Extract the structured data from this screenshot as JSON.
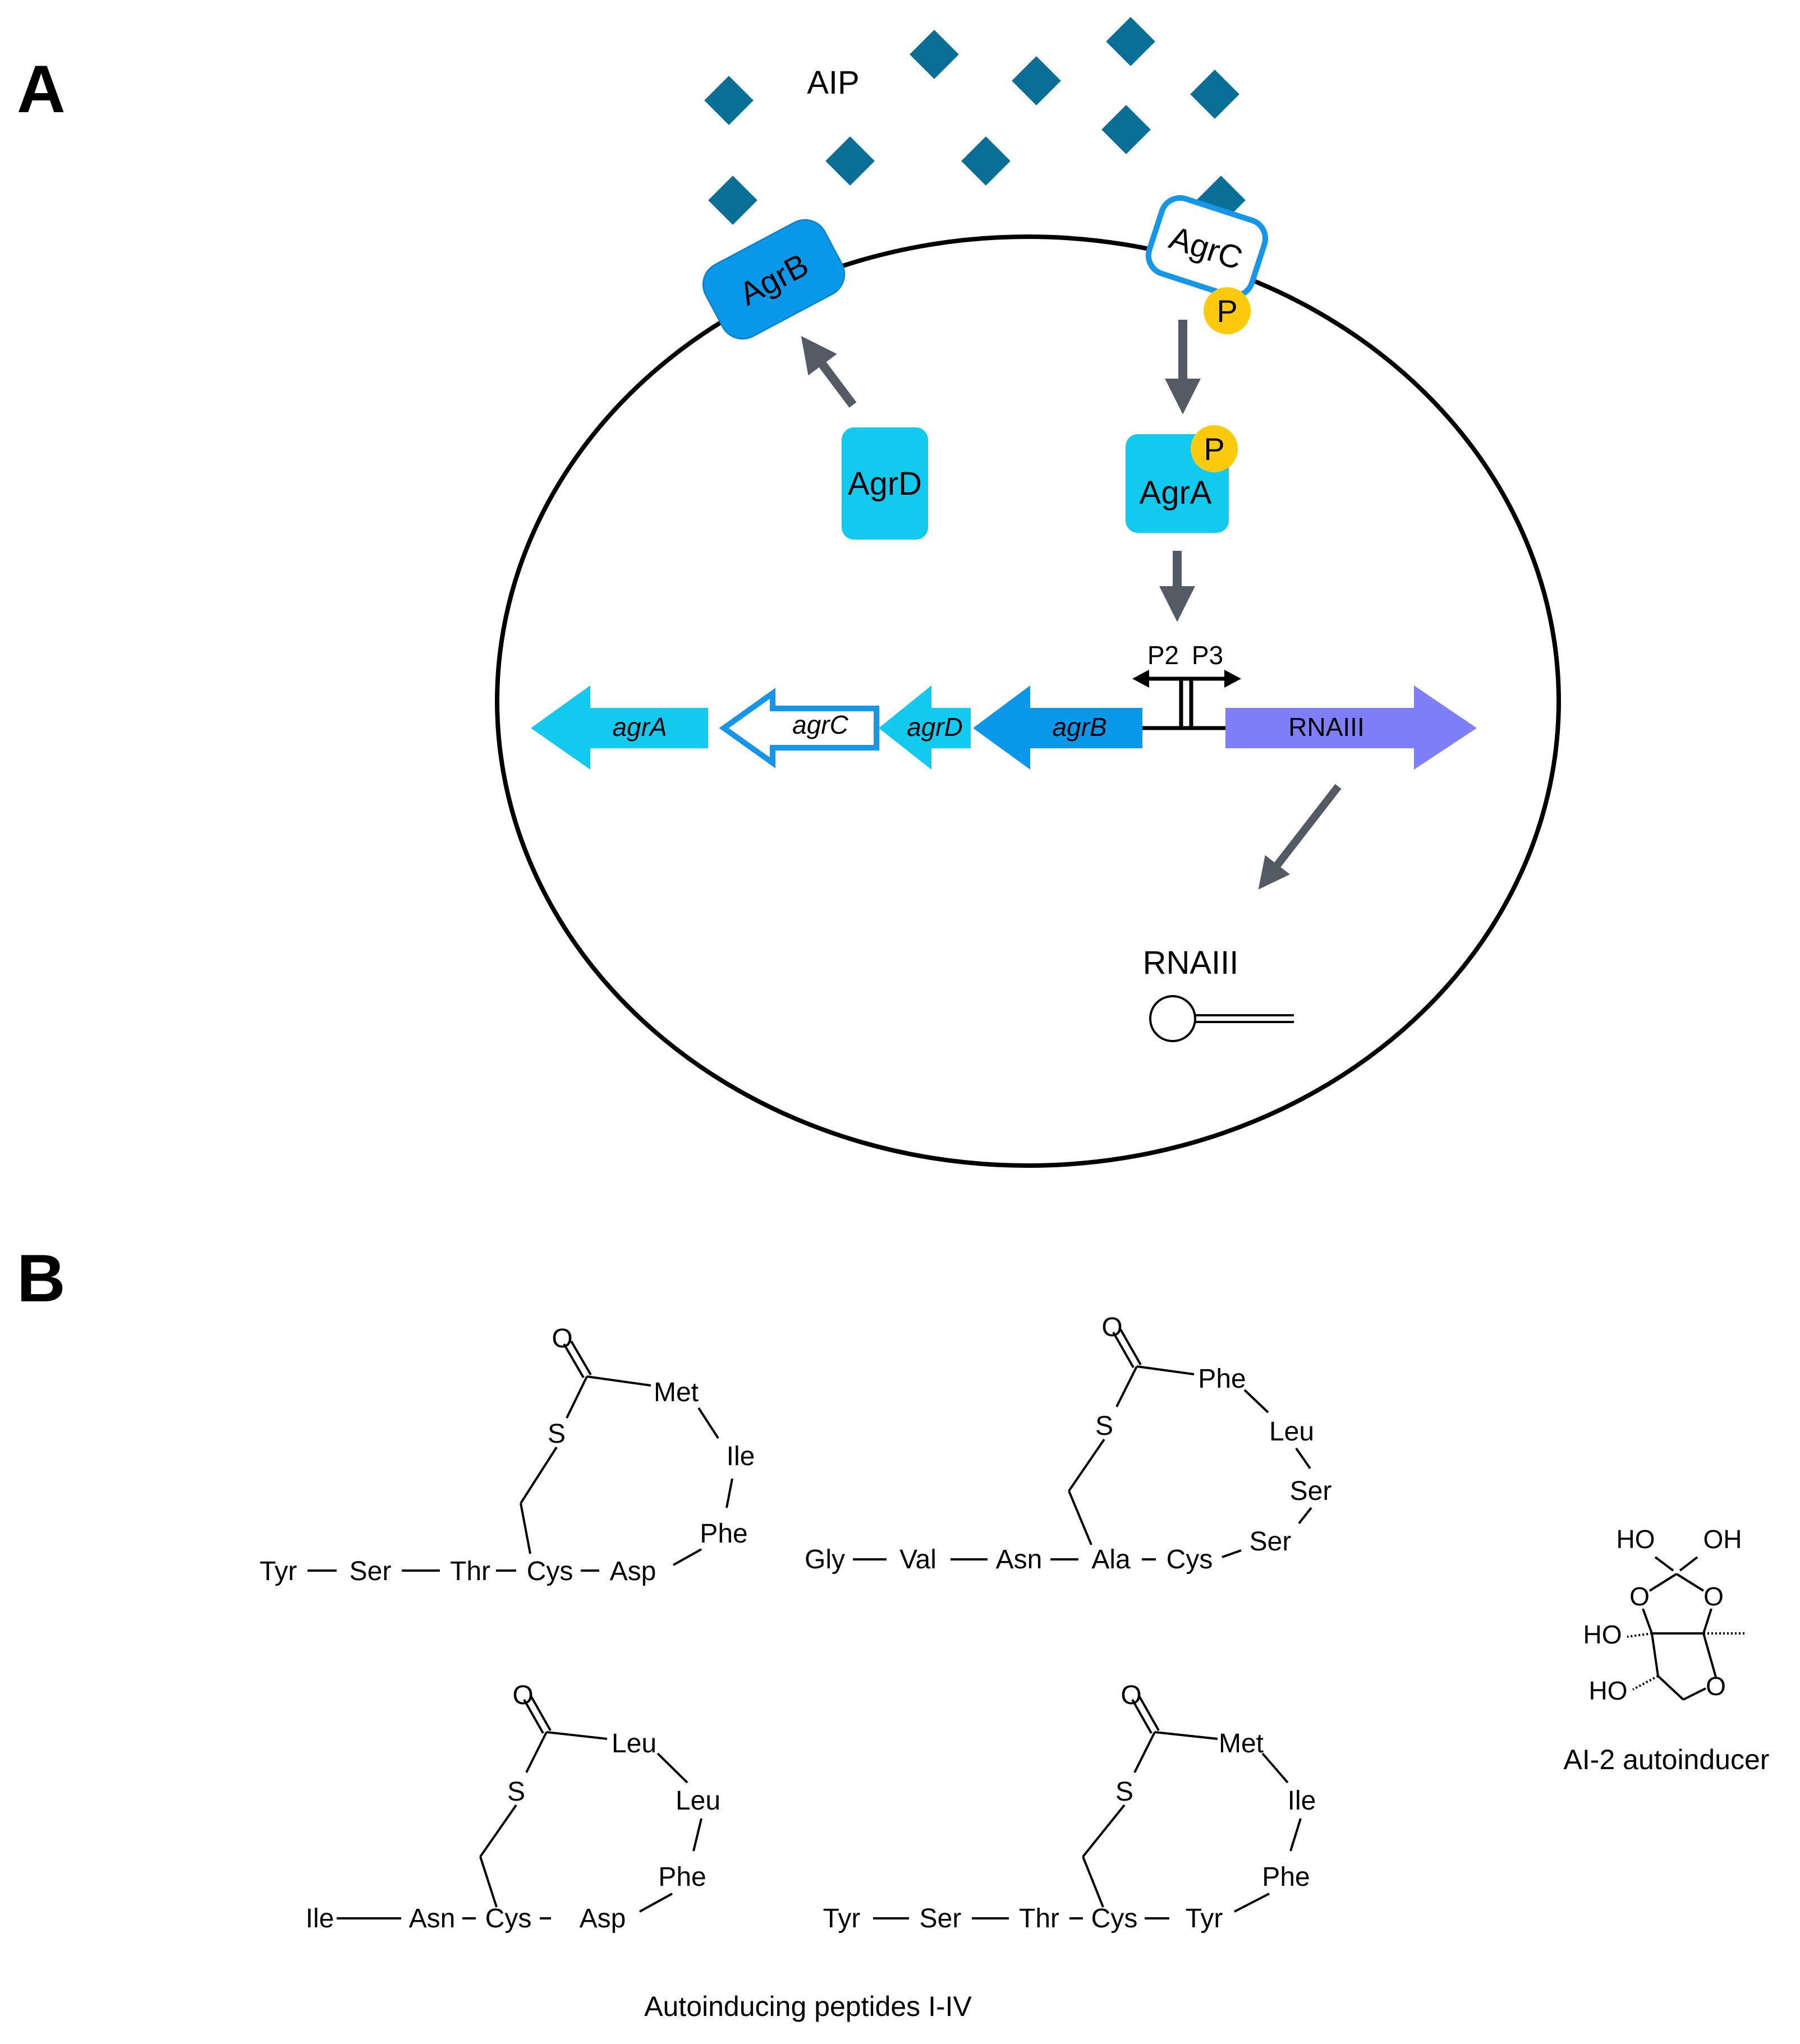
{
  "panel_a": {
    "label": "A",
    "aip": "AIP",
    "agrB": "AgrB",
    "agrC": "AgrC",
    "agrD": "AgrD",
    "agrA": "AgrA",
    "phospho": "P",
    "p2": "P2",
    "p3": "P3",
    "genes": {
      "agrA": "agrA",
      "agrC": "agrC",
      "agrD": "agrD",
      "agrB": "agrB",
      "rnaiii": "RNAIII"
    },
    "rnaiii_product": "RNAIII"
  },
  "panel_b": {
    "label": "B",
    "caption": "Autoinducing peptides I-IV",
    "ai2_caption": "AI-2 autoinducer",
    "aip1": [
      "O",
      "S",
      "Met",
      "Ile",
      "Phe",
      "Tyr",
      "Ser",
      "Thr",
      "Cys",
      "Asp"
    ],
    "aip2": [
      "O",
      "S",
      "Phe",
      "Leu",
      "Ser",
      "Ser",
      "Gly",
      "Val",
      "Asn",
      "Ala",
      "Cys"
    ],
    "aip3": [
      "O",
      "S",
      "Leu",
      "Leu",
      "Phe",
      "Ile",
      "Asn",
      "Cys",
      "Asp"
    ],
    "aip4": [
      "O",
      "S",
      "Met",
      "Ile",
      "Phe",
      "Tyr",
      "Ser",
      "Thr",
      "Cys",
      "Tyr"
    ],
    "ai2": [
      "HO",
      "OH",
      "O",
      "O",
      "HO",
      "O",
      "HO"
    ]
  },
  "colors": {
    "aip_diamond": "#0a6f96",
    "agrB": "#0a98ea",
    "agrC_outline": "#1696e8",
    "agrD": "#12c9ee",
    "agrA": "#12c9ee",
    "phospho": "#ffc90e",
    "rnaiii_gene": "#7f7ffa",
    "arrow_gray": "#545a63"
  }
}
